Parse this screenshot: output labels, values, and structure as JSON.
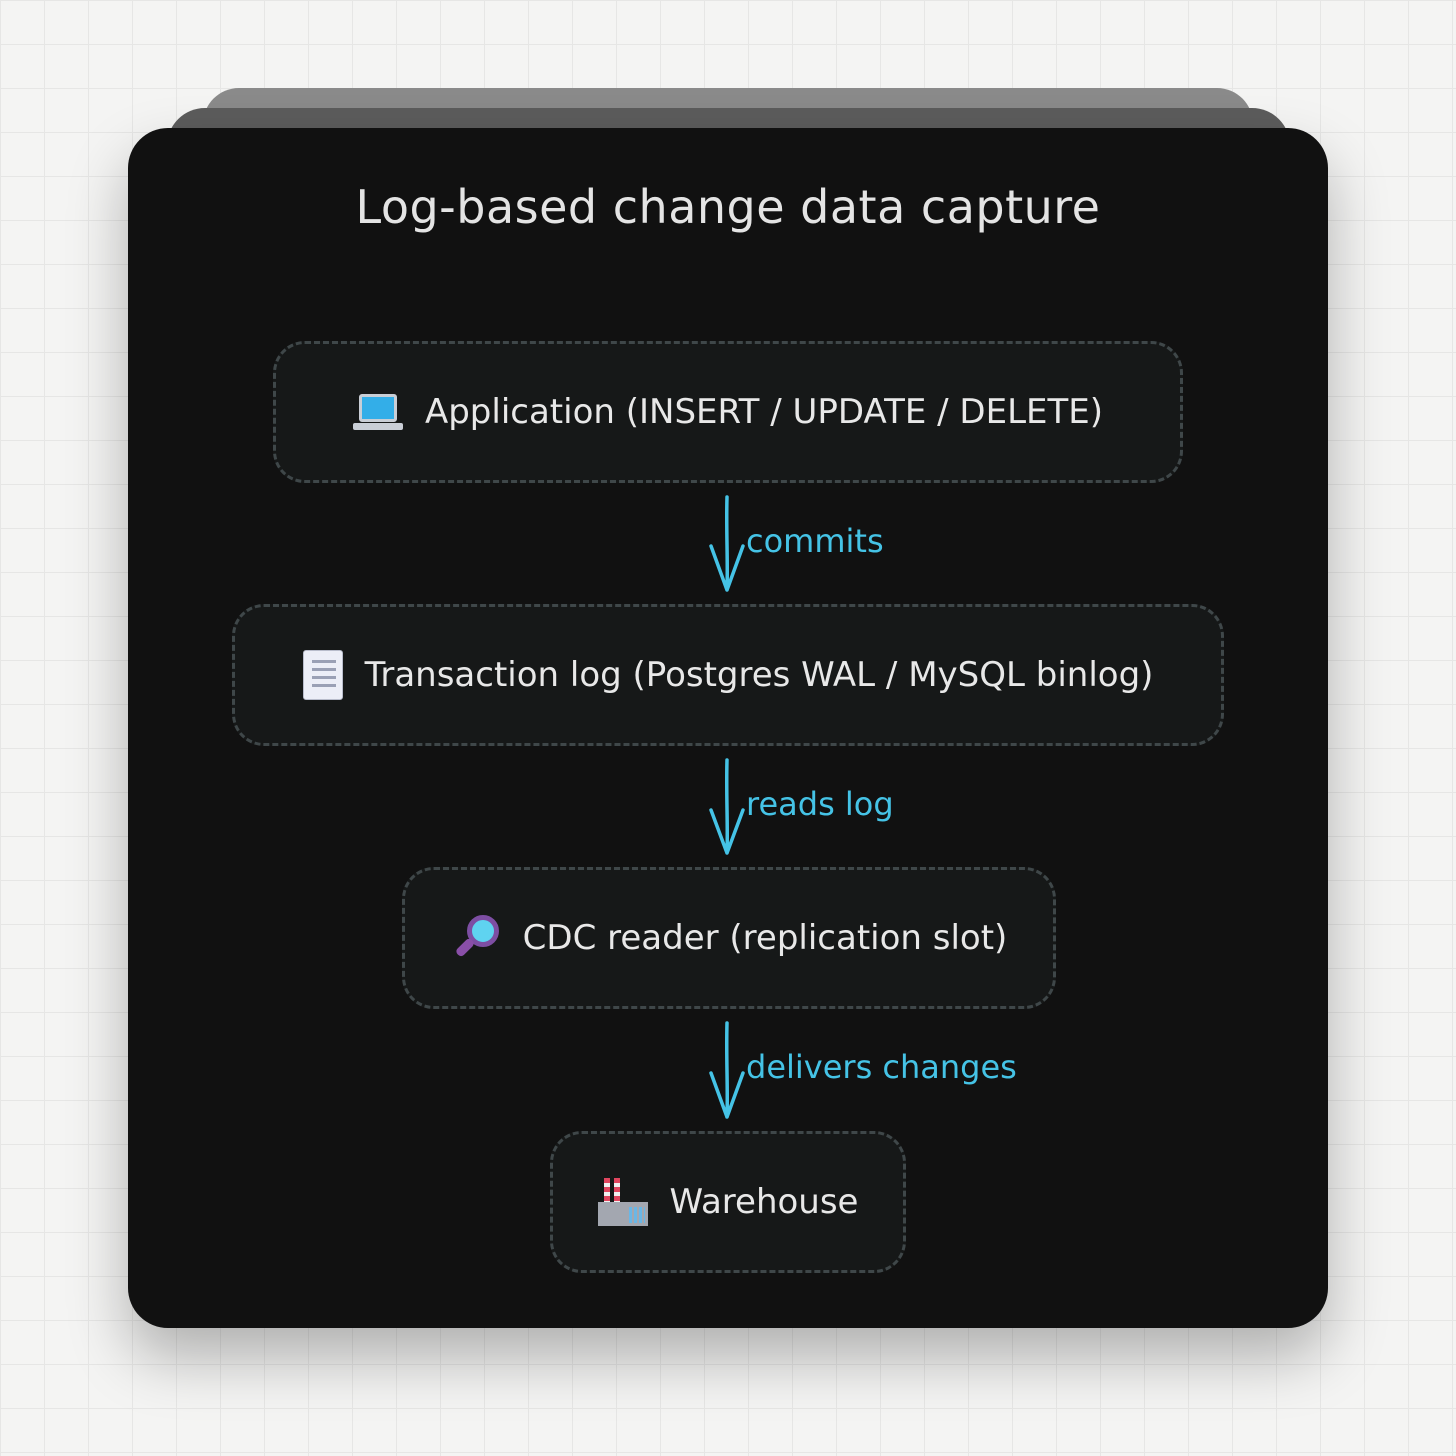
{
  "diagram": {
    "title": "Log-based change data capture",
    "nodes": [
      {
        "id": "app",
        "icon": "laptop-icon",
        "label": "Application (INSERT / UPDATE / DELETE)"
      },
      {
        "id": "log",
        "icon": "receipt-icon",
        "label": "Transaction log (Postgres WAL / MySQL binlog)"
      },
      {
        "id": "cdc",
        "icon": "magnifying-glass-icon",
        "label": "CDC reader (replication slot)"
      },
      {
        "id": "wh",
        "icon": "factory-icon",
        "label": "Warehouse"
      }
    ],
    "edges": [
      {
        "from": "app",
        "to": "log",
        "label": "commits"
      },
      {
        "from": "log",
        "to": "cdc",
        "label": "reads log"
      },
      {
        "from": "cdc",
        "to": "wh",
        "label": "delivers changes"
      }
    ]
  },
  "colors": {
    "card_background": "#111111",
    "node_border": "#3f4749",
    "node_fill": "#161818",
    "edge_color": "#45c3e6",
    "text_color": "#e8e8e8"
  }
}
